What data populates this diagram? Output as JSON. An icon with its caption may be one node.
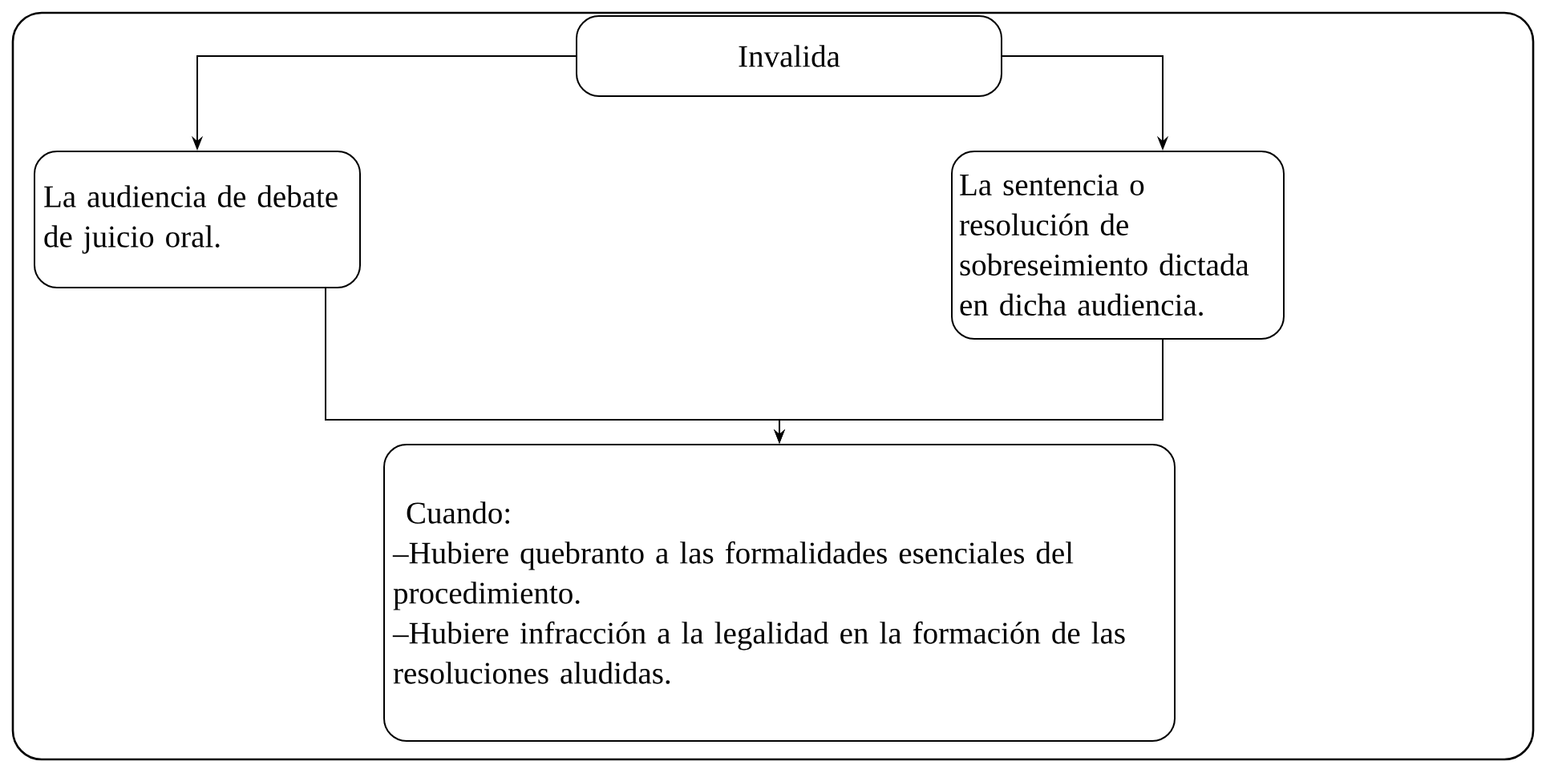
{
  "diagram": {
    "nodes": [
      {
        "text": [
          "Invalida"
        ]
      },
      {
        "text": [
          "La audiencia de debate de juicio oral."
        ]
      },
      {
        "text": [
          "La sentencia o resolución de sobreseimiento dictada en dicha audiencia."
        ]
      },
      {
        "text": [
          "Cuando:",
          "–Hubiere quebranto a las formalidades esenciales del procedimiento.",
          "–Hubiere infracción a la legalidad en la formación de las resoluciones aludidas."
        ]
      }
    ],
    "edges": [
      {
        "from": 0,
        "to": 1,
        "arrow": "to"
      },
      {
        "from": 0,
        "to": 2,
        "arrow": "to"
      },
      {
        "from": 1,
        "to": 3,
        "arrow": "to"
      },
      {
        "from": 2,
        "to": 3,
        "arrow": "to"
      }
    ]
  }
}
